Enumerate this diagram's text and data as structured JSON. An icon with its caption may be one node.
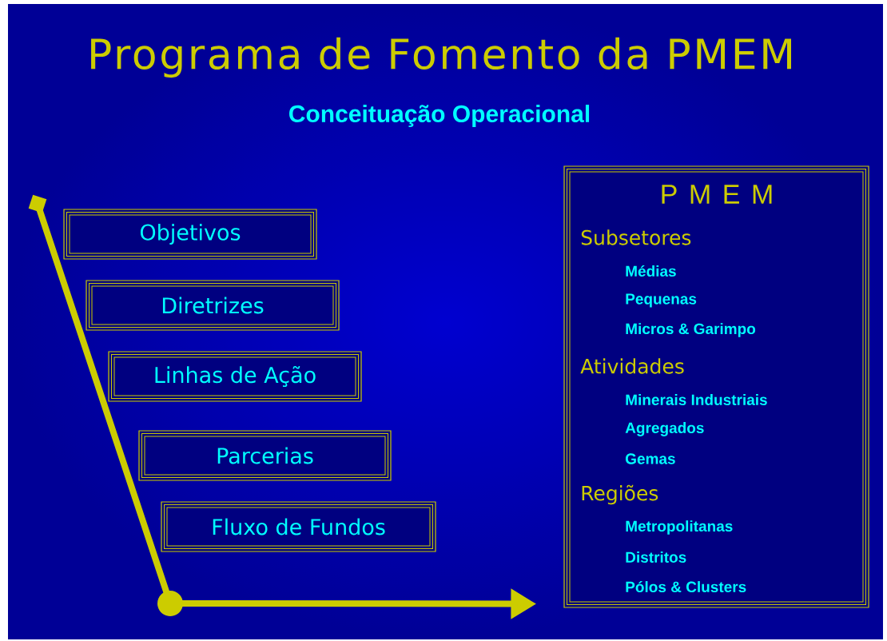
{
  "diagram": {
    "title": "Programa de Fomento da PMEM",
    "caption": "Conceituação Operacional",
    "nodes": [
      {
        "text": [
          "Objetivos"
        ]
      },
      {
        "text": [
          "Diretrizes"
        ]
      },
      {
        "text": [
          "Linhas de Ação"
        ]
      },
      {
        "text": [
          "Parcerias"
        ]
      },
      {
        "text": [
          "Fluxo de Fundos"
        ]
      },
      {
        "text": [
          "P M E M",
          "Subsetores",
          "Médias",
          "Pequenas",
          "Micros & Garimpo",
          "Atividades",
          "Minerais Industriais",
          "Agregados",
          "Gemas",
          "Regiões",
          "Metropolitanas",
          "Distritos",
          "Pólos & Clusters"
        ]
      }
    ],
    "edges": [
      {
        "from": null,
        "to": 5,
        "arrow": "to"
      }
    ]
  }
}
